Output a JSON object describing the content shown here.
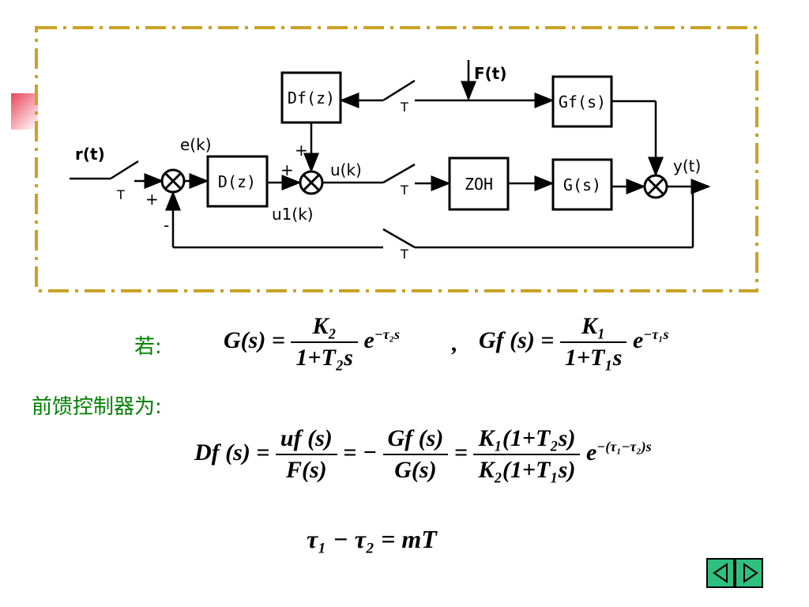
{
  "diagram": {
    "labels": {
      "r_t": "r(t)",
      "e_k": "e(k)",
      "u_k": "u(k)",
      "u1_k": "u1(k)",
      "F_t": "F(t)",
      "y_t": "y(t)",
      "sampler_T": "T",
      "plus": "+",
      "minus": "-"
    },
    "blocks": {
      "Df": "Df(z)",
      "D": "D(z)",
      "ZOH": "ZOH",
      "Gf": "Gf(s)",
      "G": "G(s)"
    }
  },
  "equations": {
    "if_label": "若:",
    "G_lhs": "G(s) =",
    "G_num": "K₂",
    "G_den": "1+T₂s",
    "G_exp": "e",
    "G_exp_power": "−τ₂s",
    "comma": ",",
    "Gf_lhs": "Gf (s) =",
    "Gf_num": "K₁",
    "Gf_den": "1+T₁s",
    "Gf_exp": "e",
    "Gf_exp_power": "−τ₁s",
    "controller_label": "前馈控制器为:",
    "Df_lhs": "Df (s) =",
    "Df_f1_num": "uf (s)",
    "Df_f1_den": "F(s)",
    "eq_minus": "= −",
    "Df_f2_num": "Gf (s)",
    "Df_f2_den": "G(s)",
    "eq": "=",
    "Df_f3_num": "K₁(1+T₂s)",
    "Df_f3_den": "K₂(1+T₁s)",
    "Df_exp": "e",
    "Df_exp_power": "−(τ₁−τ₂)s",
    "tau_relation": "τ₁ − τ₂ = mT"
  },
  "colors": {
    "border": "#c9a227",
    "label_green": "#008000",
    "nav_button": "#2fbf7f"
  },
  "icons": {
    "prev": "left-triangle-icon",
    "next": "right-triangle-icon"
  }
}
